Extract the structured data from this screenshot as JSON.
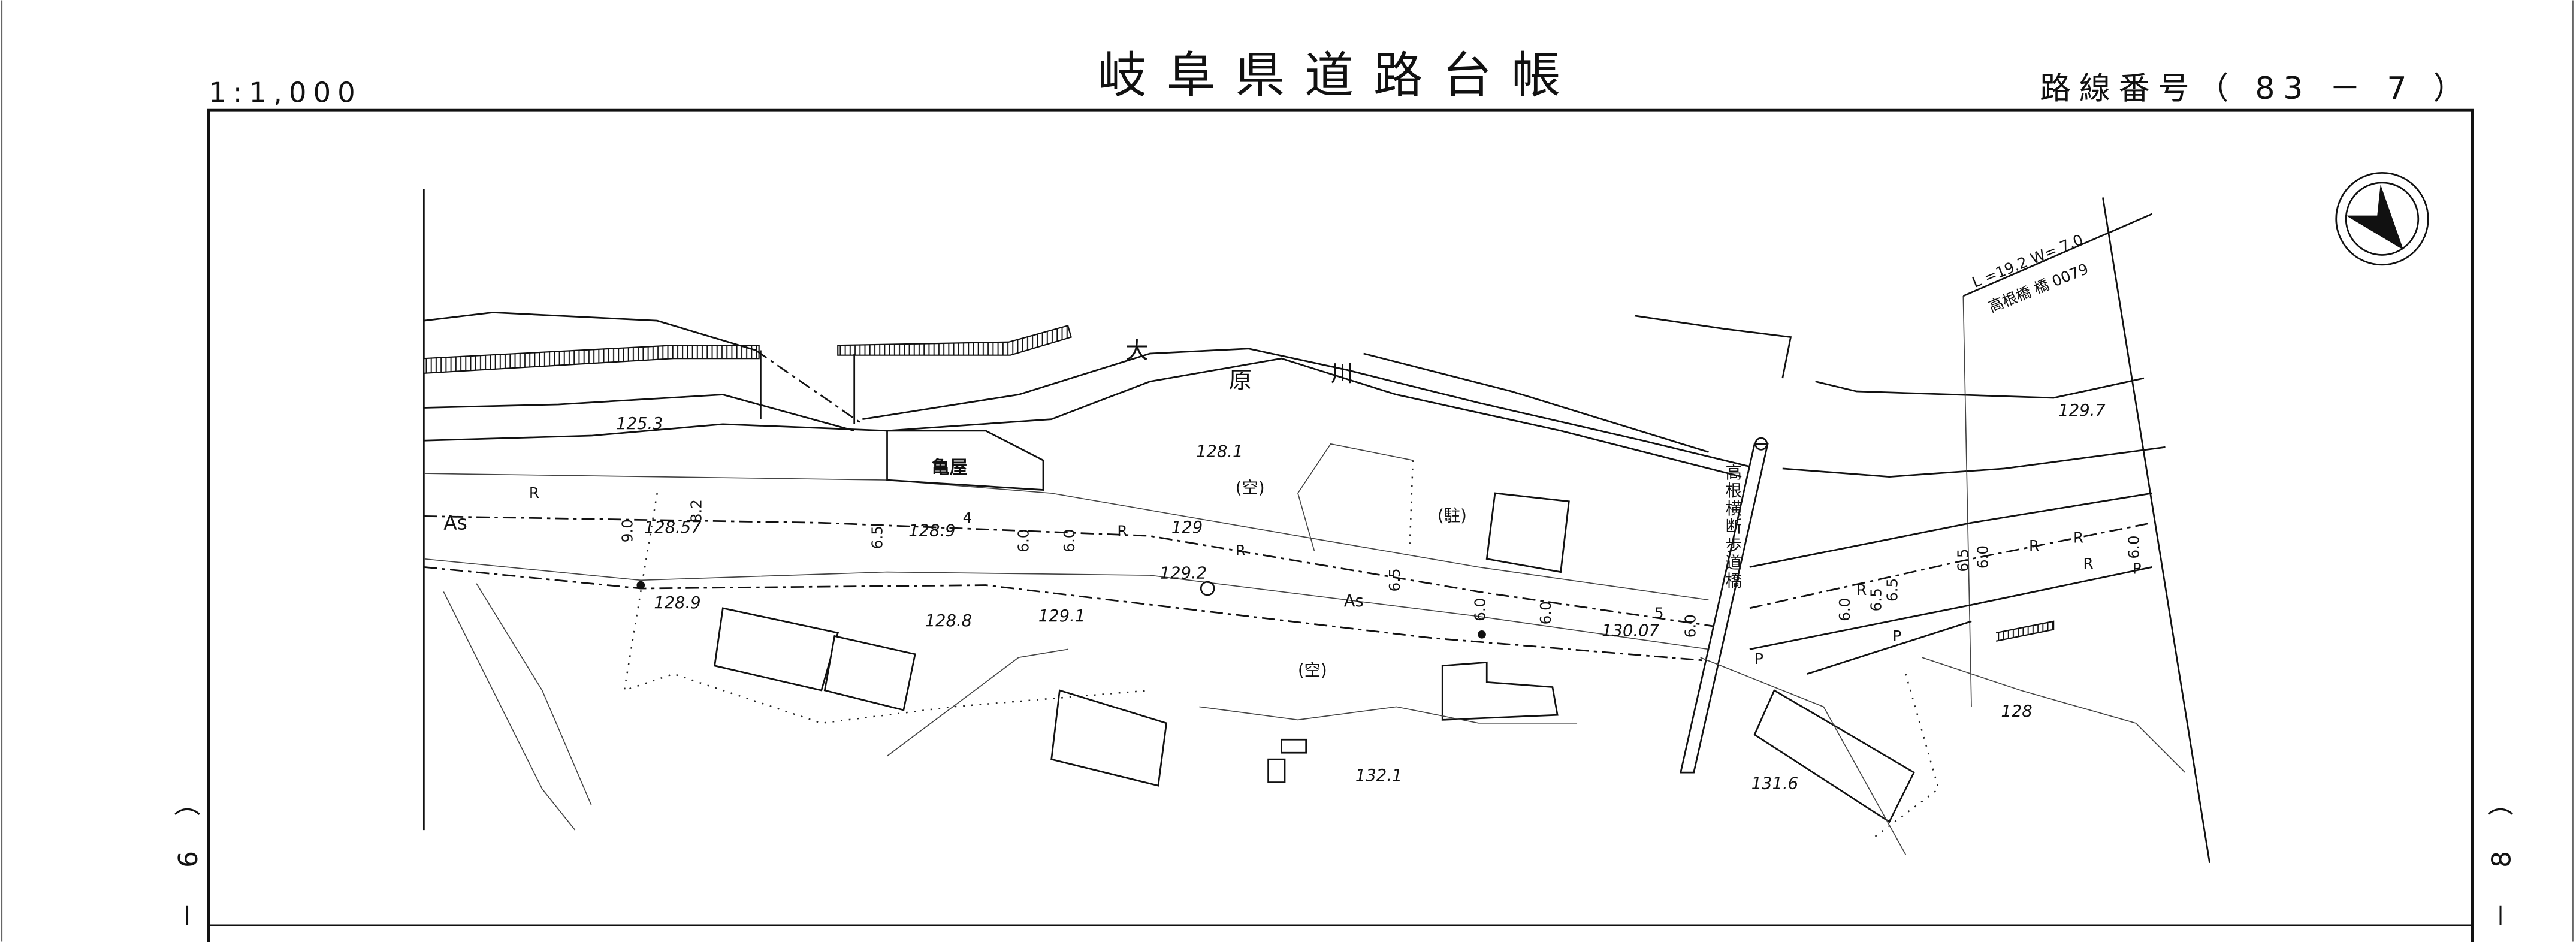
{
  "header": {
    "scale": "1:1,000",
    "title": "岐阜県道路台帳",
    "route_number_label": "路線番号（ 83 － 7 ）"
  },
  "margins": {
    "left_sheet": "－ 6 ）",
    "right_sheet": "－ 8 ）"
  },
  "map": {
    "river_name": [
      "大",
      "原",
      "川"
    ],
    "building_name": "亀屋",
    "pedestrian_bridge": "高根横断歩道橋",
    "bridge_info": {
      "dimensions": "L =19.2  W= 7.0",
      "name": "高根橋  橋 0079"
    },
    "elevations": [
      "125.3",
      "128.57",
      "128.9",
      "129",
      "128.1",
      "129.2",
      "128.9",
      "128.8",
      "129.1",
      "130.07",
      "132.1",
      "131.6",
      "128",
      "129.7"
    ],
    "land_use": [
      "(空)",
      "(駐)",
      "(空)"
    ],
    "surface": [
      "As",
      "As"
    ],
    "road_marks": [
      "R",
      "R",
      "R",
      "R",
      "R",
      "R",
      "R",
      "P",
      "P",
      "P"
    ],
    "widths": [
      "9.0",
      "8.2",
      "6.5",
      "4",
      "6.0",
      "6.0",
      "6.5",
      "6.0",
      "6.0",
      "5",
      "6.0",
      "6.0",
      "6.5",
      "6.5",
      "6.0",
      "6.5",
      "6.0"
    ],
    "north_arrow": "north-arrow-icon"
  }
}
